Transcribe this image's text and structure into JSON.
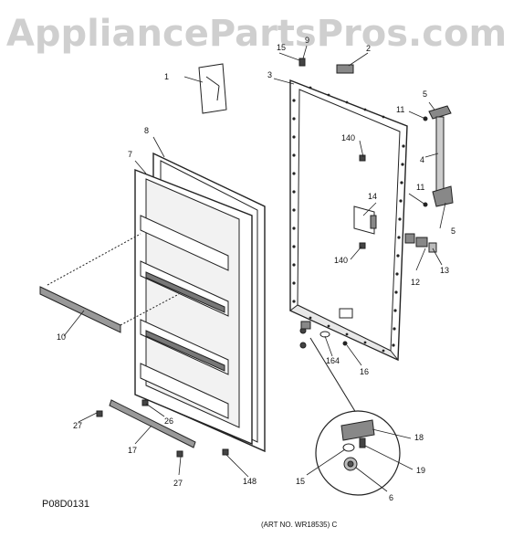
{
  "watermark": "AppliancePartsPros.com",
  "drawing_id": "P08D0131",
  "art_no": "(ART NO. WR18535) C",
  "callouts": [
    {
      "id": "c1",
      "text": "1"
    },
    {
      "id": "c2",
      "text": "2"
    },
    {
      "id": "c3",
      "text": "3"
    },
    {
      "id": "c4",
      "text": "4"
    },
    {
      "id": "c5a",
      "text": "5"
    },
    {
      "id": "c5b",
      "text": "5"
    },
    {
      "id": "c6",
      "text": "6"
    },
    {
      "id": "c7",
      "text": "7"
    },
    {
      "id": "c8",
      "text": "8"
    },
    {
      "id": "c9",
      "text": "9"
    },
    {
      "id": "c10",
      "text": "10"
    },
    {
      "id": "c11a",
      "text": "11"
    },
    {
      "id": "c11b",
      "text": "11"
    },
    {
      "id": "c12",
      "text": "12"
    },
    {
      "id": "c13",
      "text": "13"
    },
    {
      "id": "c14",
      "text": "14"
    },
    {
      "id": "c15a",
      "text": "15"
    },
    {
      "id": "c15b",
      "text": "15"
    },
    {
      "id": "c16",
      "text": "16"
    },
    {
      "id": "c17",
      "text": "17"
    },
    {
      "id": "c18",
      "text": "18"
    },
    {
      "id": "c19",
      "text": "19"
    },
    {
      "id": "c26",
      "text": "26"
    },
    {
      "id": "c27a",
      "text": "27"
    },
    {
      "id": "c27b",
      "text": "27"
    },
    {
      "id": "c140a",
      "text": "140"
    },
    {
      "id": "c140b",
      "text": "140"
    },
    {
      "id": "c148",
      "text": "148"
    },
    {
      "id": "c164",
      "text": "164"
    }
  ]
}
